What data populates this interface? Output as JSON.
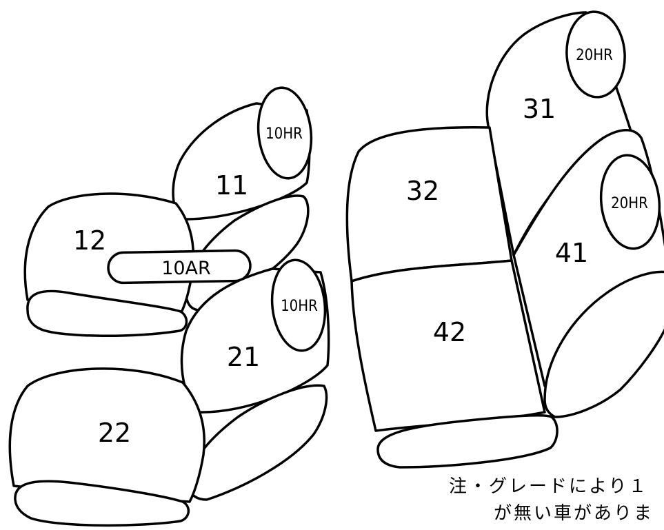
{
  "front_row": {
    "headrest_left_top": "10HR",
    "backrest_top": "11",
    "cushion_top": "12",
    "armrest": "10AR",
    "headrest_left_bottom": "10HR",
    "backrest_bottom": "21",
    "cushion_bottom": "22"
  },
  "rear_row": {
    "headrest_top": "20HR",
    "backrest_top": "31",
    "cushion_top": "32",
    "headrest_bottom": "20HR",
    "backrest_bottom": "41",
    "cushion_bottom": "42"
  },
  "note": {
    "line1": "注・グレードにより１",
    "line2": "が無い車がありま"
  }
}
